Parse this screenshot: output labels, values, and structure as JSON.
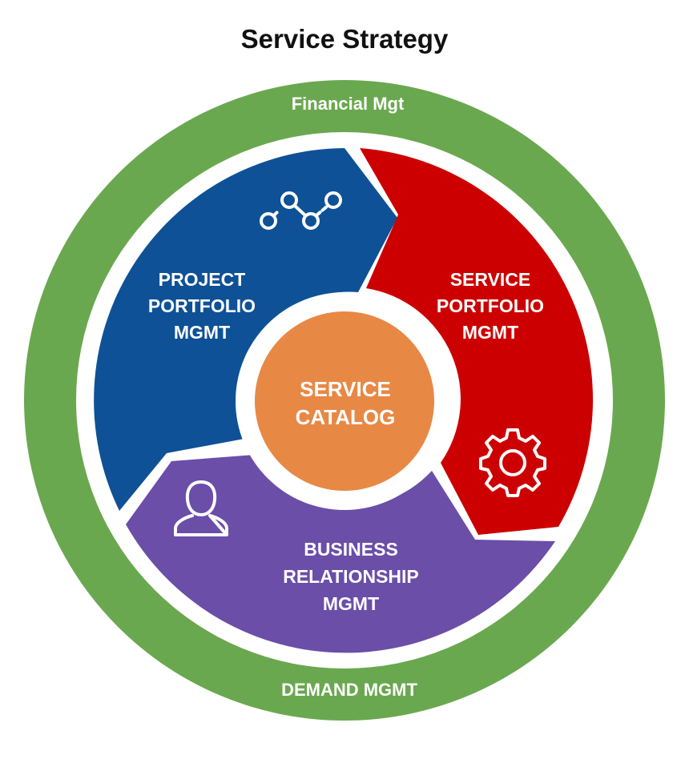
{
  "title": "Service Strategy",
  "outer_ring": {
    "top_label": "Financial Mgt",
    "bottom_label": "DEMAND MGMT",
    "color": "#6aa84f"
  },
  "segments": {
    "project": {
      "lines": [
        "PROJECT",
        "PORTFOLIO",
        "MGMT"
      ],
      "color": "#0e5196",
      "icon": "project-path-icon"
    },
    "service": {
      "lines": [
        "SERVICE",
        "PORTFOLIO",
        "MGMT"
      ],
      "color": "#cc0000",
      "icon": "gear-icon"
    },
    "business": {
      "lines": [
        "BUSINESS",
        "RELATIONSHIP",
        "MGMT"
      ],
      "color": "#6a4ea8",
      "icon": "user-icon"
    }
  },
  "core": {
    "lines": [
      "SERVICE",
      "CATALOG"
    ],
    "color": "#e88845"
  }
}
